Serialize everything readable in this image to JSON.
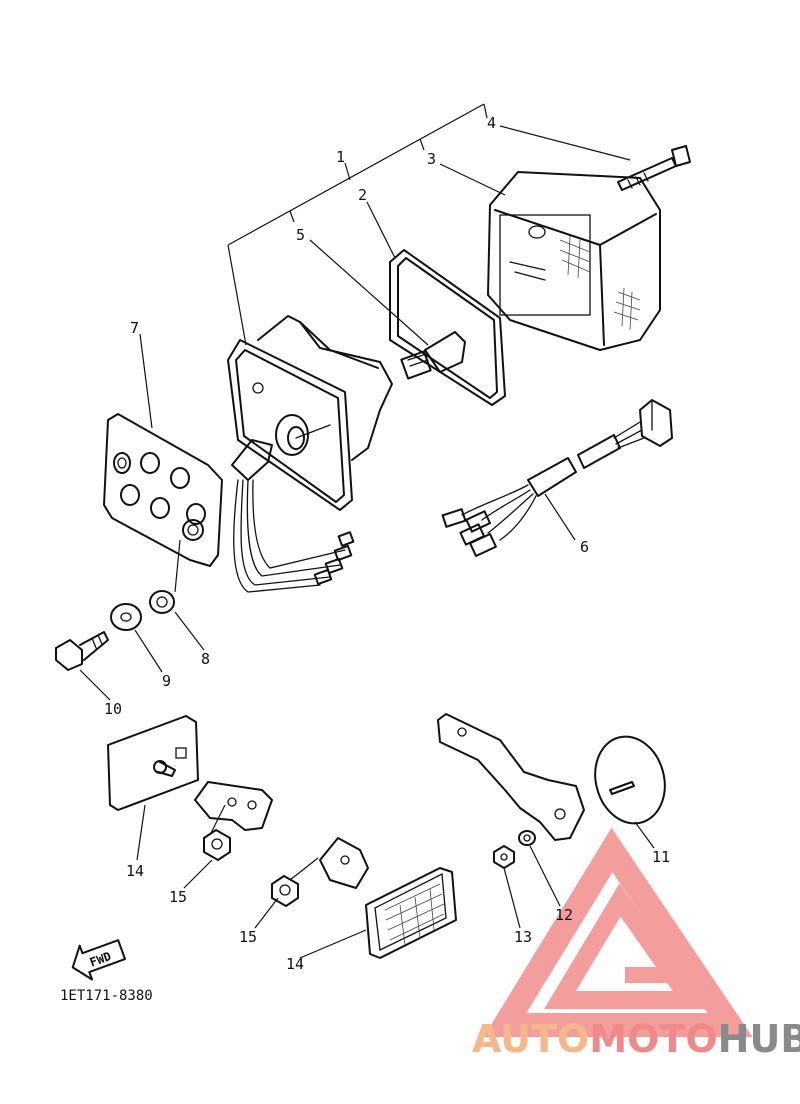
{
  "diagram": {
    "part_labels": [
      {
        "id": "1",
        "text": "1"
      },
      {
        "id": "2",
        "text": "2"
      },
      {
        "id": "3",
        "text": "3"
      },
      {
        "id": "4",
        "text": "4"
      },
      {
        "id": "5",
        "text": "5"
      },
      {
        "id": "6",
        "text": "6"
      },
      {
        "id": "7",
        "text": "7"
      },
      {
        "id": "8",
        "text": "8"
      },
      {
        "id": "9",
        "text": "9"
      },
      {
        "id": "10",
        "text": "10"
      },
      {
        "id": "11",
        "text": "11"
      },
      {
        "id": "12",
        "text": "12"
      },
      {
        "id": "13",
        "text": "13"
      },
      {
        "id": "14a",
        "text": "14"
      },
      {
        "id": "14b",
        "text": "14"
      },
      {
        "id": "15a",
        "text": "15"
      },
      {
        "id": "15b",
        "text": "15"
      }
    ],
    "fwd_arrow": "FWD",
    "drawing_code": "1ET171-8380"
  },
  "watermark": {
    "auto": "AUTO",
    "moto": "MOTO",
    "hub": "HUB",
    "colors": {
      "auto": "#f5b88a",
      "moto": "#f08a8a",
      "hub": "#8a8a8a",
      "logo": "#f28c8c"
    }
  }
}
